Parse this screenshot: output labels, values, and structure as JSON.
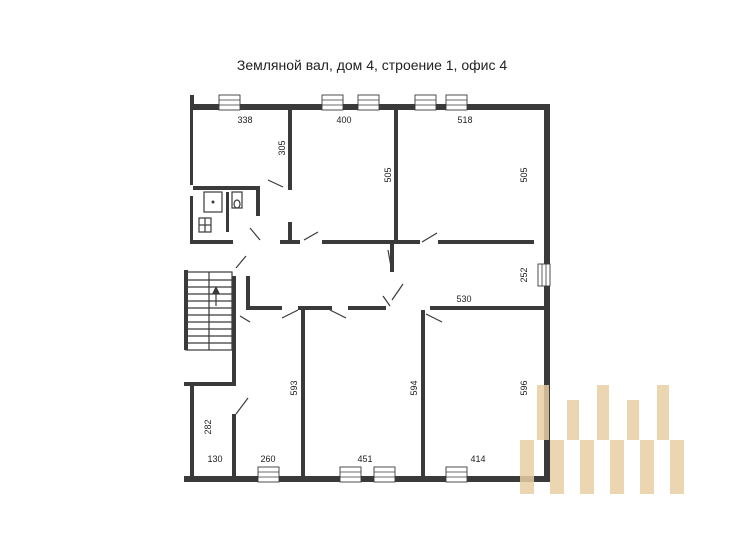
{
  "title": "Земляной вал, дом 4, строение 1, офис 4",
  "dimensions": {
    "r338": "338",
    "r305": "305",
    "r400": "400",
    "r518": "518",
    "r505a": "505",
    "r505b": "505",
    "r252": "252",
    "r530": "530",
    "r593": "593",
    "r594": "594",
    "r596": "596",
    "r282": "282",
    "r130": "130",
    "r260": "260",
    "r451": "451",
    "r414": "414"
  },
  "colors": {
    "walls": "#3a3a3a",
    "watermark": "#e8cfa4"
  }
}
